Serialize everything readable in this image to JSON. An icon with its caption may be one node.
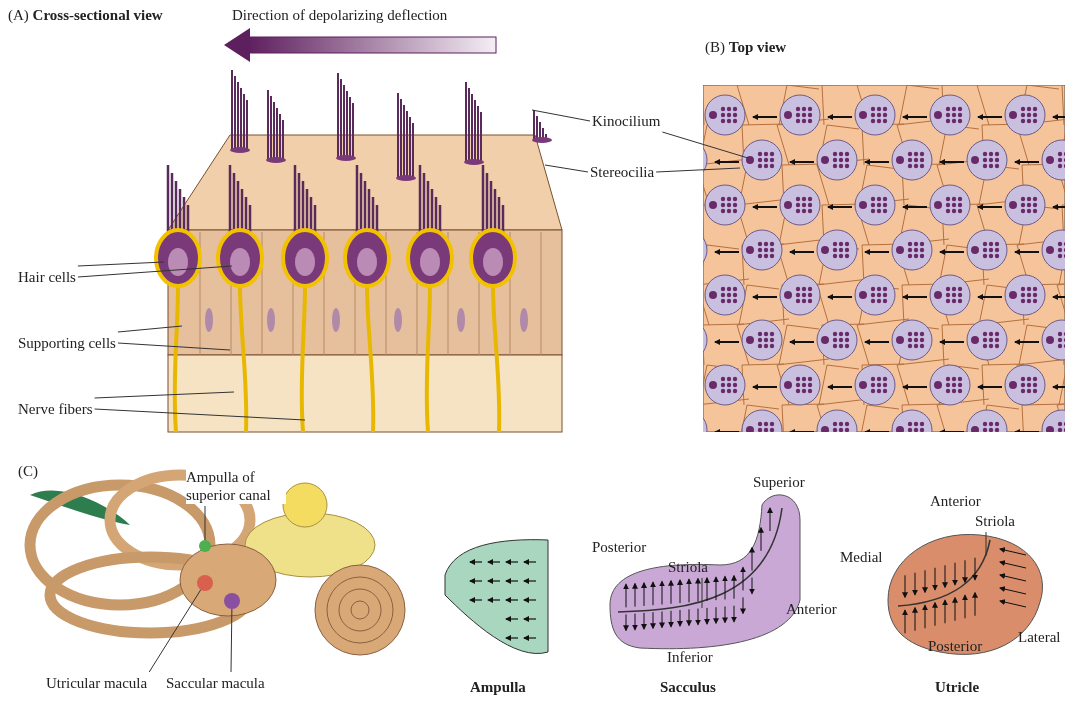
{
  "diagram": {
    "nodes": [
      {
        "text": [
          "Kinocilium"
        ]
      },
      {
        "text": [
          "Stereocilia"
        ]
      },
      {
        "text": [
          "Hair cells"
        ]
      },
      {
        "text": [
          "Supporting cells"
        ]
      },
      {
        "text": [
          "Nerve fibers"
        ]
      },
      {
        "text": [
          "Ampulla of superior canal"
        ]
      },
      {
        "text": [
          "Utricular macula"
        ]
      },
      {
        "text": [
          "Saccular macula"
        ]
      },
      {
        "text": [
          "Striola"
        ]
      },
      {
        "text": [
          "Striola"
        ]
      },
      {
        "text": [],
        "shape": "circle"
      },
      {
        "text": [],
        "shape": "circle"
      },
      {
        "text": [],
        "shape": "circle"
      }
    ],
    "edges": [
      {
        "from": 0,
        "to": null,
        "arrow": "none"
      },
      {
        "from": 0,
        "to": null,
        "arrow": "none"
      },
      {
        "from": 1,
        "to": null,
        "arrow": "none"
      },
      {
        "from": 1,
        "to": null,
        "arrow": "none"
      },
      {
        "from": 2,
        "to": null,
        "arrow": "none"
      },
      {
        "from": 2,
        "to": null,
        "arrow": "none"
      },
      {
        "from": 3,
        "to": null,
        "arrow": "none"
      },
      {
        "from": 3,
        "to": null,
        "arrow": "none"
      },
      {
        "from": 4,
        "to": null,
        "arrow": "none"
      },
      {
        "from": 4,
        "to": null,
        "arrow": "none"
      },
      {
        "from": 5,
        "to": 10,
        "arrow": "none"
      },
      {
        "from": 6,
        "to": 11,
        "arrow": "none"
      },
      {
        "from": 7,
        "to": 12,
        "arrow": "none"
      },
      {
        "from": 8,
        "to": null,
        "arrow": "none"
      },
      {
        "from": 9,
        "to": null,
        "arrow": "none"
      }
    ],
    "labels": [
      "(A) **Cross-sectional view**",
      "Direction of depolarizing deflection",
      "(B) **Top view**",
      "(C)",
      "Ampulla",
      "Superior",
      "Posterior",
      "Anterior",
      "Inferior",
      "Sacculus",
      "Anterior",
      "Medial",
      "Lateral",
      "Posterior",
      "Utricle"
    ]
  }
}
